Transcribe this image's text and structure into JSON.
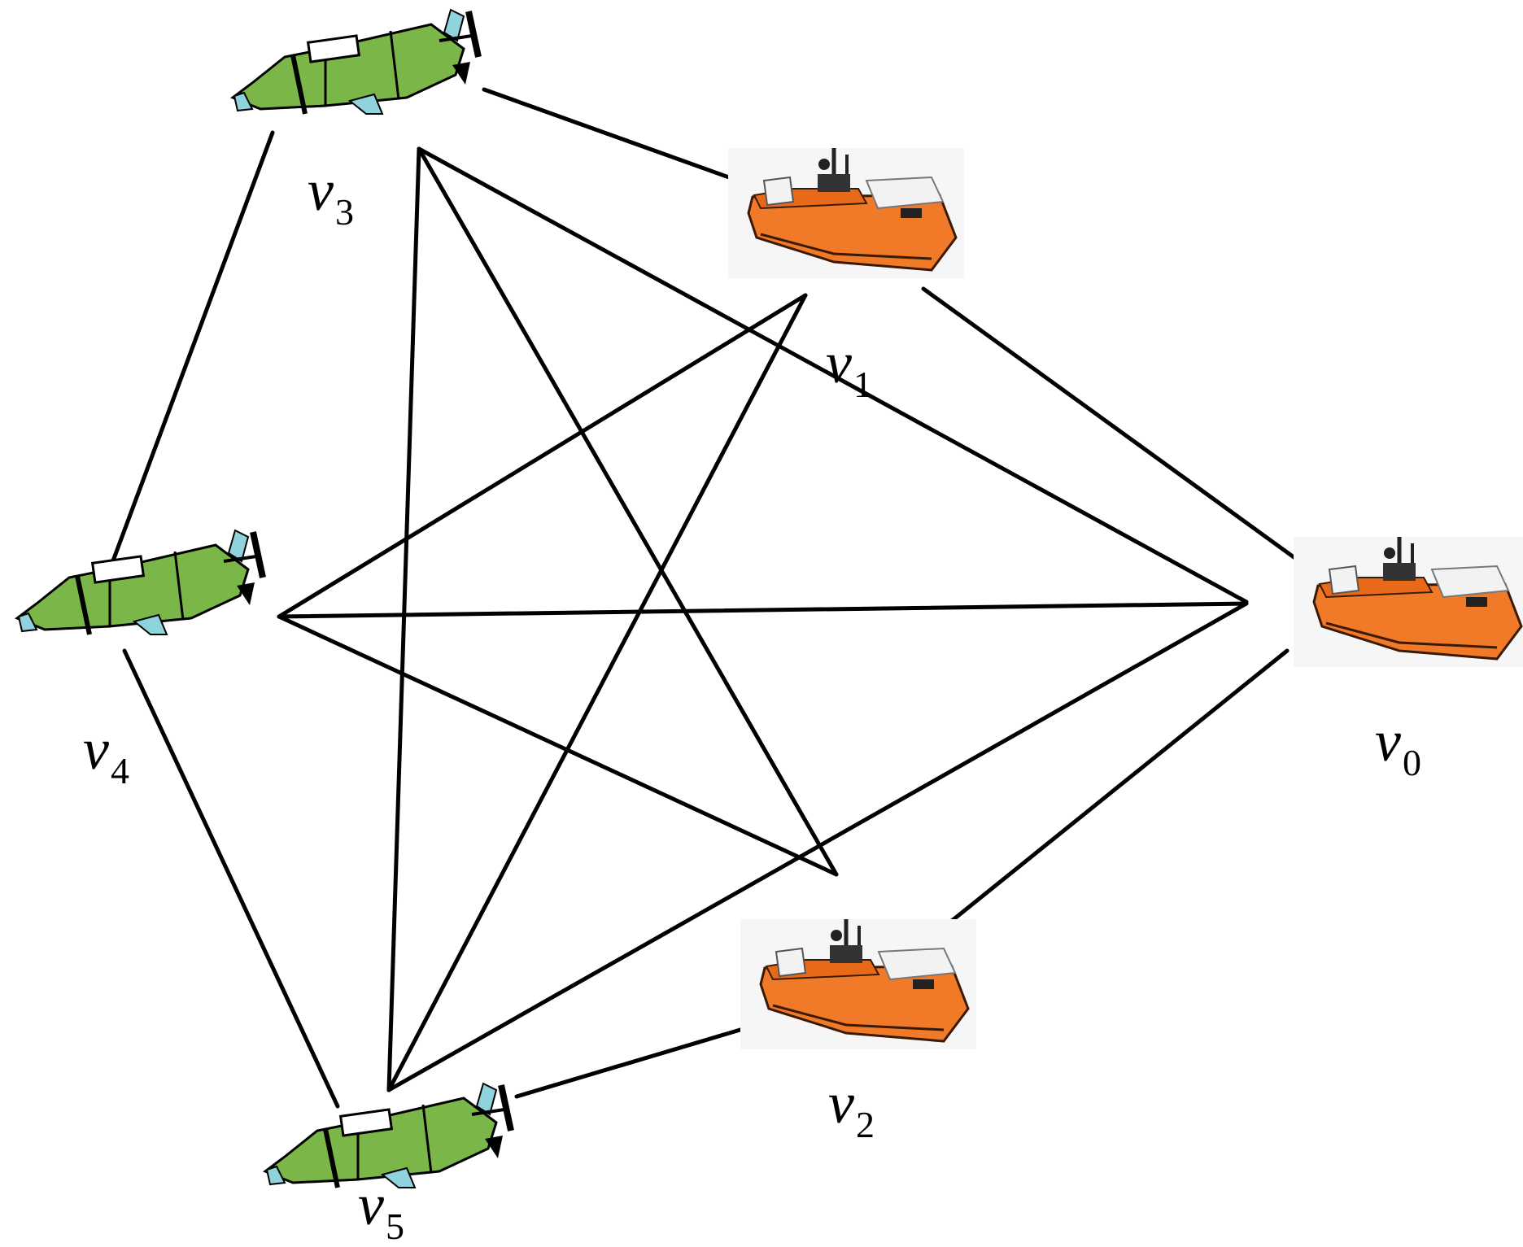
{
  "nodes": [
    {
      "id": "v0",
      "base": "v",
      "sub": "0",
      "kind": "usv"
    },
    {
      "id": "v1",
      "base": "v",
      "sub": "1",
      "kind": "usv"
    },
    {
      "id": "v2",
      "base": "v",
      "sub": "2",
      "kind": "usv"
    },
    {
      "id": "v3",
      "base": "v",
      "sub": "3",
      "kind": "auv"
    },
    {
      "id": "v4",
      "base": "v",
      "sub": "4",
      "kind": "auv"
    },
    {
      "id": "v5",
      "base": "v",
      "sub": "5",
      "kind": "auv"
    }
  ],
  "edges": [
    [
      "v3",
      "v1"
    ],
    [
      "v1",
      "v0"
    ],
    [
      "v0",
      "v2"
    ],
    [
      "v2",
      "v5"
    ],
    [
      "v5",
      "v4"
    ],
    [
      "v4",
      "v3"
    ],
    [
      "v3",
      "v0"
    ],
    [
      "v3",
      "v2"
    ],
    [
      "v3",
      "v5"
    ],
    [
      "v4",
      "v1"
    ],
    [
      "v4",
      "v0"
    ],
    [
      "v4",
      "v2"
    ],
    [
      "v5",
      "v1"
    ],
    [
      "v5",
      "v0"
    ]
  ],
  "colors": {
    "edge": "#000000",
    "auv_body": "#7ab648",
    "auv_fin": "#8fd3dc",
    "usv_hull": "#f07a28",
    "usv_deck": "#f2f2f2"
  }
}
